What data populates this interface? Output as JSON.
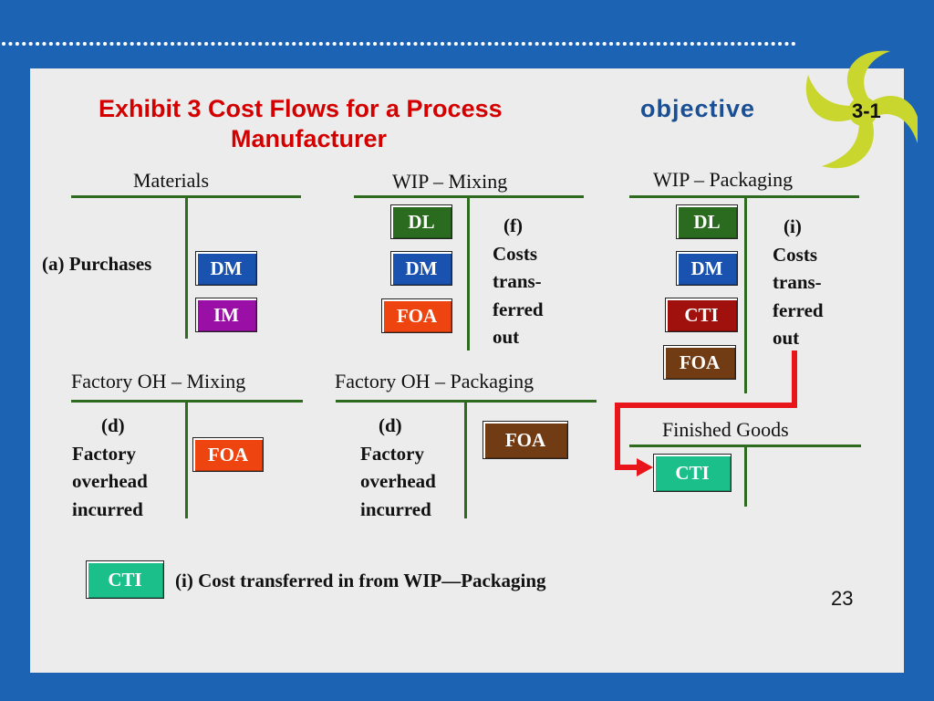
{
  "title": {
    "line1": "Exhibit 3  Cost Flows for a Process",
    "line2": "Manufacturer"
  },
  "objective": {
    "word": "objective",
    "number": "3-1"
  },
  "accounts": {
    "materials": {
      "title": "Materials",
      "debit_note": "(a) Purchases",
      "boxes": [
        "DM",
        "IM"
      ]
    },
    "wip_mixing": {
      "title": "WIP – Mixing",
      "boxes": [
        "DL",
        "DM",
        "FOA"
      ],
      "credit_note": [
        "(f)",
        "Costs",
        "trans-",
        "ferred",
        "out"
      ]
    },
    "wip_packaging": {
      "title": "WIP – Packaging",
      "boxes": [
        "DL",
        "DM",
        "CTI",
        "FOA"
      ],
      "credit_note": [
        "(i)",
        "Costs",
        "trans-",
        "ferred",
        "out"
      ]
    },
    "foh_mixing": {
      "title": "Factory OH – Mixing",
      "debit_note": [
        "(d)",
        "Factory",
        "overhead",
        "incurred"
      ],
      "box": "FOA"
    },
    "foh_packaging": {
      "title": "Factory OH – Packaging",
      "debit_note": [
        "(d)",
        "Factory",
        "overhead",
        "incurred"
      ],
      "box": "FOA"
    },
    "finished_goods": {
      "title": "Finished Goods",
      "box": "CTI"
    }
  },
  "legend": {
    "box": "CTI",
    "text": "(i) Cost transferred in from WIP—Packaging"
  },
  "slide_number": "23",
  "colors": {
    "background": "#1d63b4",
    "panel": "#ececec",
    "title": "#d40000",
    "dl": "#2b6b1f",
    "dm": "#1a52b0",
    "im": "#9a10a6",
    "foa_orange": "#ee4510",
    "foa_brown": "#713b14",
    "cti_crimson": "#a0100c",
    "cti_teal": "#1bbf8a",
    "flow_arrow": "#e8151b"
  }
}
